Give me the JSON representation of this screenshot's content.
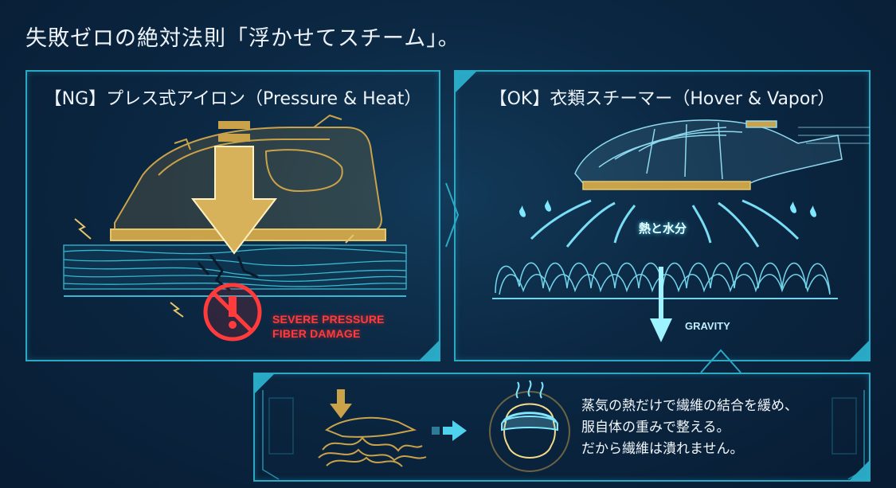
{
  "title": "失敗ゼロの絶対法則「浮かせてスチーム」。",
  "ng_panel": {
    "heading": "【NG】プレス式アイロン（Pressure & Heat）",
    "warning_line1": "SEVERE PRESSURE",
    "warning_line2": "FIBER DAMAGE"
  },
  "ok_panel": {
    "heading": "【OK】衣類スチーマー（Hover & Vapor）",
    "steam_label": "熱と水分",
    "gravity_label": "GRAVITY"
  },
  "bottom_panel": {
    "line1": "蒸気の熱だけで繊維の結合を緩め、",
    "line2": "服自体の重みで整える。",
    "line3": "だから繊維は潰れません。"
  },
  "colors": {
    "accent": "#2aa8c4",
    "gold": "#c9a24a",
    "warning": "#ff3b3b",
    "steam": "#7fe8ff"
  }
}
